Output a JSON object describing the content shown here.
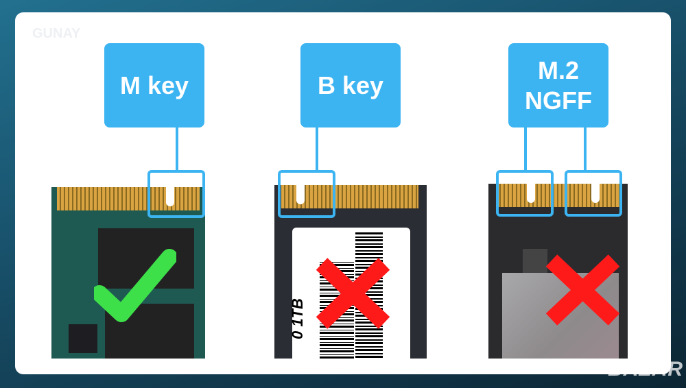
{
  "watermark_top": "GUNAY",
  "watermark_bottom": "BAZAR",
  "labels": [
    {
      "text": "M key",
      "verdict": "compatible"
    },
    {
      "text": "B key",
      "verdict": "not-compatible"
    },
    {
      "text": "M.2\nNGFF",
      "verdict": "not-compatible"
    }
  ],
  "b_key_label_text": "0 1TB",
  "colors": {
    "accent": "#3db4f2",
    "check": "#3ee04a",
    "cross": "#ff1a1a"
  }
}
